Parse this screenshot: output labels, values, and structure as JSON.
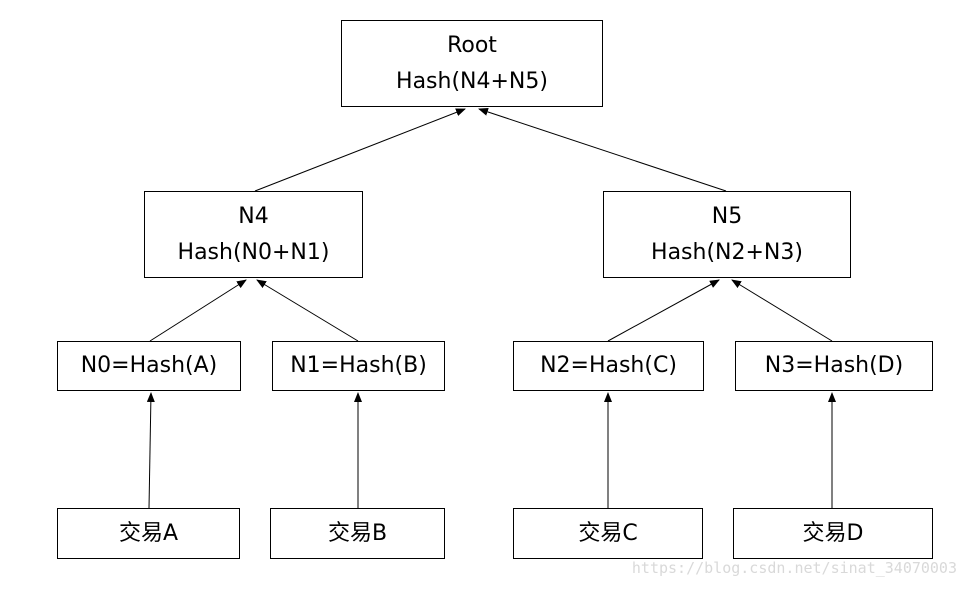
{
  "nodes": {
    "root": {
      "line1": "Root",
      "line2": "Hash(N4+N5)"
    },
    "n4": {
      "line1": "N4",
      "line2": "Hash(N0+N1)"
    },
    "n5": {
      "line1": "N5",
      "line2": "Hash(N2+N3)"
    },
    "n0": {
      "label": "N0=Hash(A)"
    },
    "n1": {
      "label": "N1=Hash(B)"
    },
    "n2": {
      "label": "N2=Hash(C)"
    },
    "n3": {
      "label": "N3=Hash(D)"
    },
    "tx_a": {
      "label": "交易A"
    },
    "tx_b": {
      "label": "交易B"
    },
    "tx_c": {
      "label": "交易C"
    },
    "tx_d": {
      "label": "交易D"
    }
  },
  "edges": [
    {
      "from": "n4",
      "to": "root"
    },
    {
      "from": "n5",
      "to": "root"
    },
    {
      "from": "n0",
      "to": "n4"
    },
    {
      "from": "n1",
      "to": "n4"
    },
    {
      "from": "n2",
      "to": "n5"
    },
    {
      "from": "n3",
      "to": "n5"
    },
    {
      "from": "tx_a",
      "to": "n0"
    },
    {
      "from": "tx_b",
      "to": "n1"
    },
    {
      "from": "tx_c",
      "to": "n2"
    },
    {
      "from": "tx_d",
      "to": "n3"
    }
  ],
  "watermark": "https://blog.csdn.net/sinat_34070003",
  "colors": {
    "stroke": "#000000",
    "background": "#ffffff",
    "watermark": "#d9d9d9"
  }
}
